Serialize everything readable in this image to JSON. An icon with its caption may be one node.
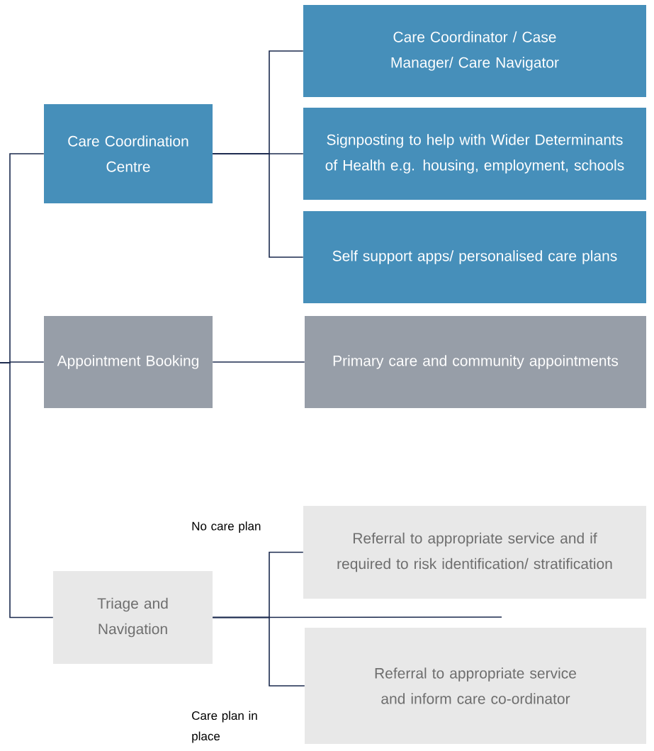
{
  "diagram": {
    "nodes": [
      {
        "text": [
          "Care Coordination Centre"
        ]
      },
      {
        "text": [
          "Care Coordinator / Case Manager/ Care Navigator"
        ]
      },
      {
        "text": [
          "Signposting to help with Wider Determinants of Health e.g. housing, employment, schools"
        ]
      },
      {
        "text": [
          "Self support apps/ personalised care plans"
        ]
      },
      {
        "text": [
          "Appointment Booking"
        ]
      },
      {
        "text": [
          "Primary care and community appointments"
        ]
      },
      {
        "text": [
          "Triage and Navigation"
        ]
      },
      {
        "text": [
          "Referral to appropriate service and if required to risk identification/ stratification"
        ]
      },
      {
        "text": [
          "Referral to appropriate service and inform care co-ordinator"
        ]
      }
    ],
    "edges": [
      {
        "from": null,
        "to": 0,
        "arrow": "none"
      },
      {
        "from": null,
        "to": 4,
        "arrow": "none"
      },
      {
        "from": null,
        "to": 6,
        "arrow": "none"
      },
      {
        "from": 0,
        "to": 1,
        "arrow": "none"
      },
      {
        "from": 0,
        "to": 2,
        "arrow": "none"
      },
      {
        "from": 0,
        "to": 3,
        "arrow": "none"
      },
      {
        "from": 4,
        "to": 5,
        "arrow": "none"
      },
      {
        "from": 6,
        "to": 7,
        "arrow": "none"
      },
      {
        "from": 6,
        "to": 8,
        "arrow": "none"
      },
      {
        "from": 6,
        "to": null,
        "arrow": "none"
      }
    ],
    "labels": [
      "No care plan",
      "Care plan in place"
    ]
  }
}
